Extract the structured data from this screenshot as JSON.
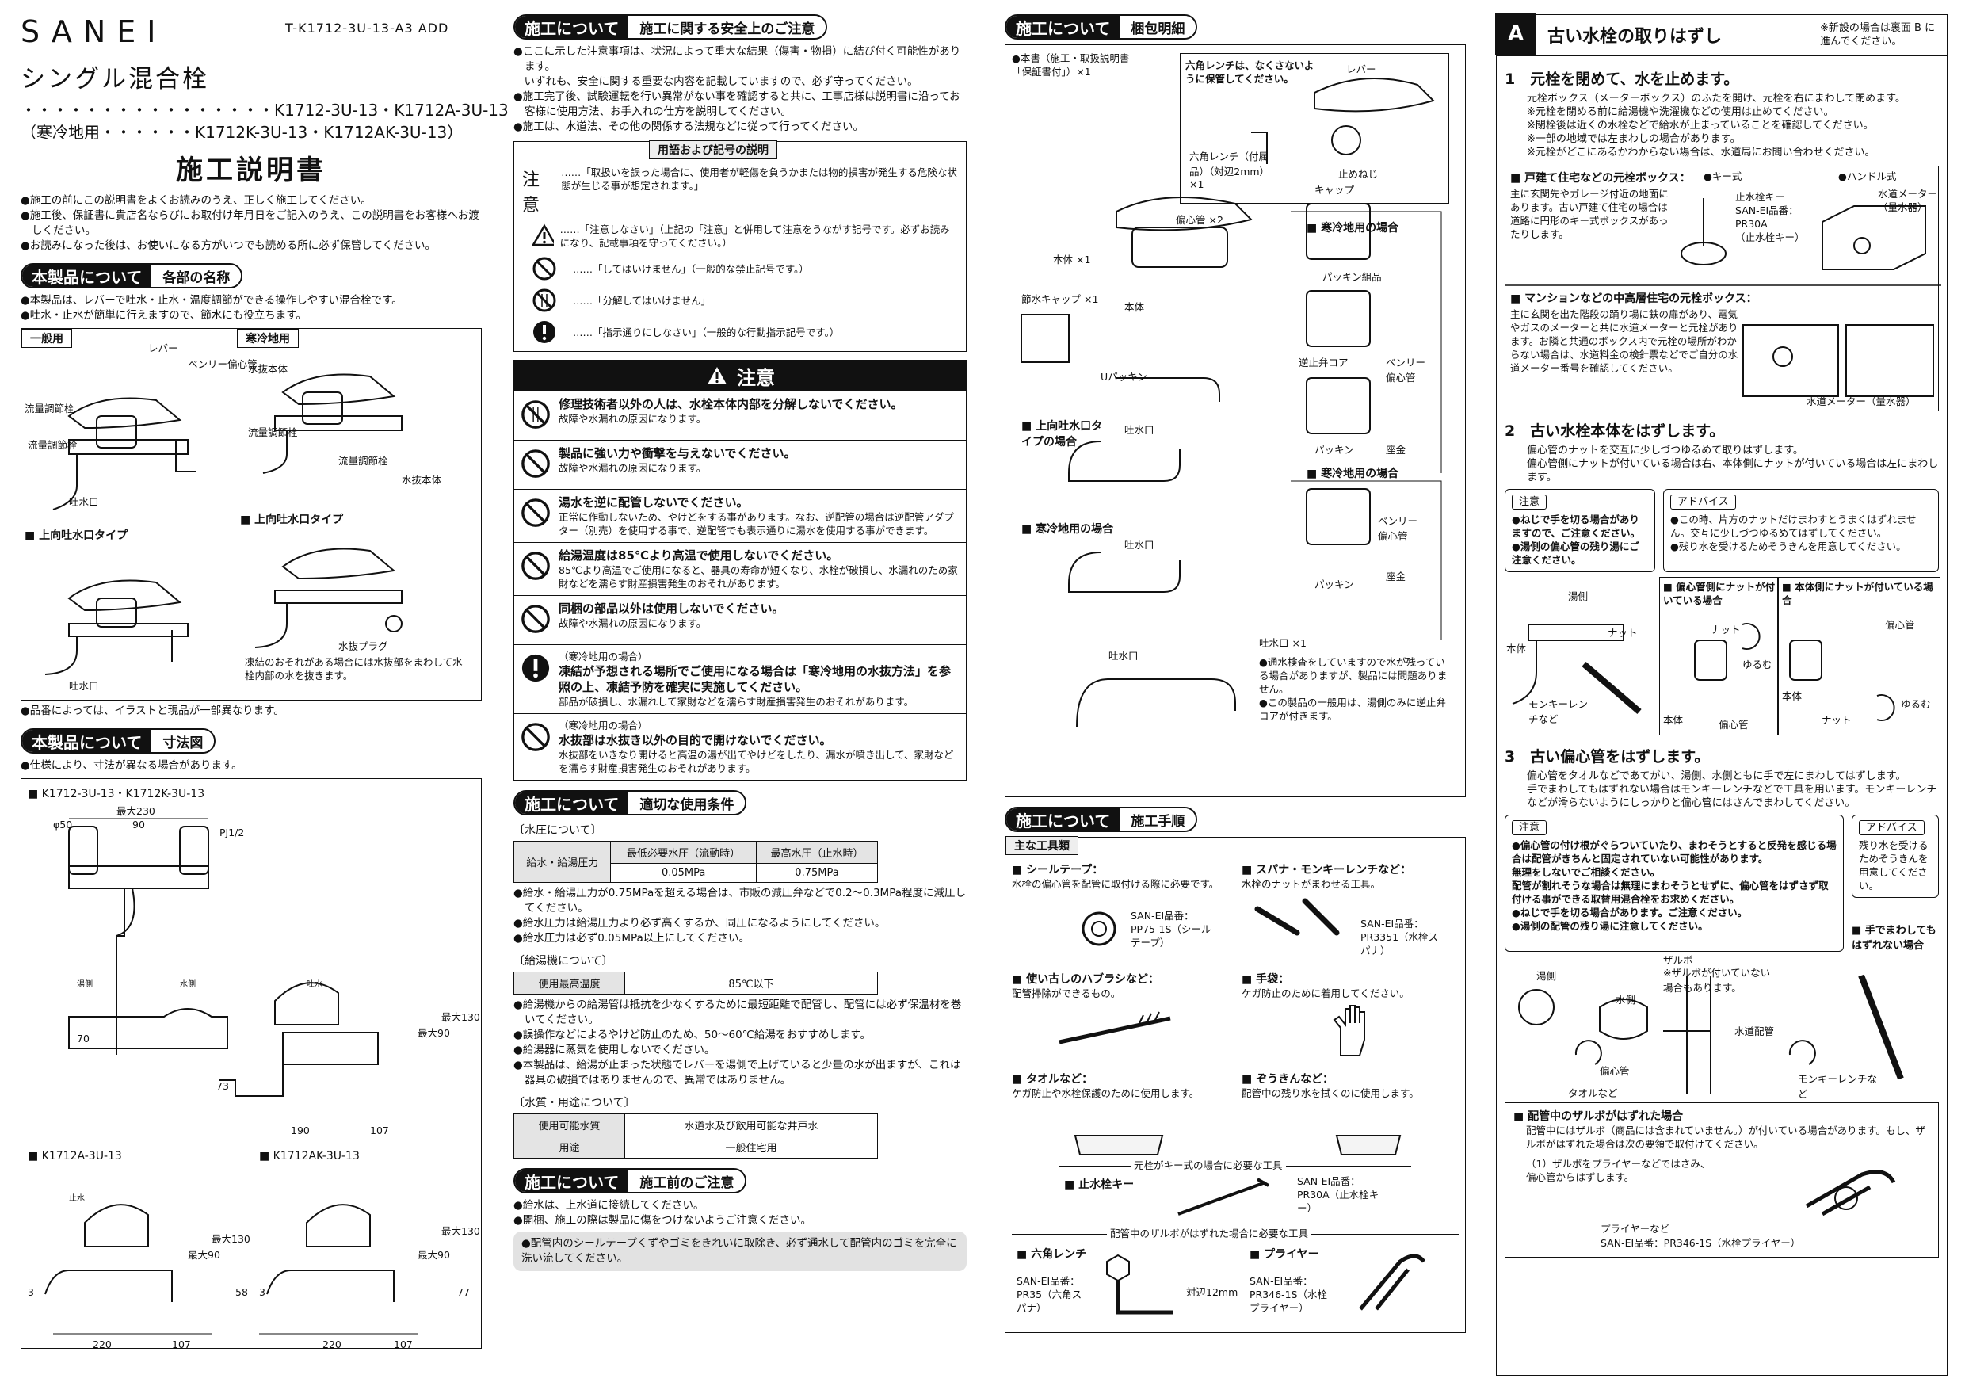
{
  "header": {
    "brand": "SANEI",
    "doc_id": "T-K1712-3U-13-A3 ADD",
    "product_name": "シングル混合栓",
    "models_line1": "・・・・・・・・・・・・・・・・K1712-3U-13・K1712A-3U-13",
    "models_line2": "（寒冷地用・・・・・・K1712K-3U-13・K1712AK-3U-13）",
    "manual_title": "施工説明書",
    "intro": [
      "●施工の前にこの説明書をよくお読みのうえ、正しく施工してください。",
      "●施工後、保証書に貴店名ならびにお取付け年月日をご記入のうえ、この説明書をお客様へお渡しください。",
      "●お読みになった後は、お使いになる方がいつでも読める所に必ず保管してください。"
    ]
  },
  "parts_section": {
    "title": "本製品について",
    "subtitle": "各部の名称",
    "bullets": [
      "●本製品は、レバーで吐水・止水・温度調節ができる操作しやすい混合栓です。",
      "●吐水・止水が簡単に行えますので、節水にも役立ちます。"
    ],
    "general_label": "一般用",
    "cold_label": "寒冷地用",
    "general_parts": [
      "レバー",
      "ベンリー偏心管",
      "流量調節栓",
      "流量調節栓",
      "吐水口"
    ],
    "cold_parts": [
      "水抜本体",
      "流量調節栓",
      "流量調節栓",
      "水抜本体"
    ],
    "upward_label": "■ 上向吐水口タイプ",
    "upward_label2": "■ 上向吐水口タイプ",
    "spout_label": "吐水口",
    "plug_label": "水抜プラグ",
    "freeze_note": "凍結のおそれがある場合には水抜部をまわして水栓内部の水を抜きます。",
    "note": "●品番によっては、イラストと現品が一部異なります。"
  },
  "dimension_section": {
    "title": "本製品について",
    "subtitle": "寸法図",
    "note": "●仕様により、寸法が異なる場合があります。",
    "fig1_label": "■ K1712-3U-13・K1712K-3U-13",
    "fig2_label": "■ K1712A-3U-13",
    "fig3_label": "■ K1712AK-3U-13",
    "dims": [
      "最大230",
      "φ50",
      "90",
      "PJ1/2",
      "湯側",
      "水側",
      "吐水",
      "最大90",
      "最大130",
      "70",
      "73",
      "190",
      "107",
      "220",
      "107",
      "最大90",
      "最大130",
      "58",
      "3",
      "220",
      "107",
      "最大90",
      "最大130",
      "77",
      "3",
      "止水"
    ]
  },
  "safety_section": {
    "title": "施工について",
    "subtitle": "施工に関する安全上のご注意",
    "bullets": [
      "●ここに示した注意事項は、状況によって重大な結果（傷害・物損）に結び付く可能性があります。",
      "　いずれも、安全に関する重要な内容を記載していますので、必ず守ってください。",
      "●施工完了後、試験運転を行い異常がない事を確認すると共に、工事店様は説明書に沿ってお客様に使用方法、お手入れの仕方を説明してください。",
      "●施工は、水道法、その他の関係する法規などに従って行ってください。"
    ],
    "legend_title": "用語および記号の説明",
    "legend": [
      {
        "key": "注意",
        "text": "……「取扱いを誤った場合に、使用者が軽傷を負うかまたは物的損害が発生する危険な状態が生じる事が想定されます。」"
      },
      {
        "key": "△",
        "text": "……「注意しなさい」（上記の「注意」と併用して注意をうながす記号です。必ずお読みになり、記載事項を守ってください。）"
      },
      {
        "key": "禁止",
        "text": "……「してはいけません」（一般的な禁止記号です。）"
      },
      {
        "key": "分解禁止",
        "text": "……「分解してはいけません」"
      },
      {
        "key": "指示",
        "text": "……「指示通りにしなさい」（一般的な行動指示記号です。）"
      }
    ],
    "caution_title": "注意",
    "cautions": [
      {
        "icon": "no-disassemble-icon",
        "bold": "修理技術者以外の人は、水栓本体内部を分解しないでください。",
        "text": "故障や水漏れの原因になります。",
        "pre": ""
      },
      {
        "icon": "prohibited-icon",
        "bold": "製品に強い力や衝撃を与えないでください。",
        "text": "故障や水漏れの原因になります。",
        "pre": ""
      },
      {
        "icon": "prohibited-icon",
        "bold": "湯水を逆に配管しないでください。",
        "text": "正常に作動しないため、やけどをする事があります。なお、逆配管の場合は逆配管アダプター（別売）を使用する事で、逆配管でも表示通りに湯水を使用する事ができます。",
        "pre": ""
      },
      {
        "icon": "prohibited-icon",
        "bold": "給湯温度は85℃より高温で使用しないでください。",
        "text": "85℃より高温でご使用になると、器具の寿命が短くなり、水栓が破損し、水漏れのため家財などを濡らす財産損害発生のおそれがあります。",
        "pre": ""
      },
      {
        "icon": "prohibited-icon",
        "bold": "同梱の部品以外は使用しないでください。",
        "text": "故障や水漏れの原因になります。",
        "pre": ""
      },
      {
        "icon": "instruction-icon",
        "bold": "凍結が予想される場所でご使用になる場合は「寒冷地用の水抜方法」を参照の上、凍結予防を確実に実施してください。",
        "text": "部品が破損し、水漏れして家財などを濡らす財産損害発生のおそれがあります。",
        "pre": "（寒冷地用の場合）"
      },
      {
        "icon": "prohibited-icon",
        "bold": "水抜部は水抜き以外の目的で開けないでください。",
        "text": "水抜部をいきなり開けると高温の湯が出てやけどをしたり、漏水が噴き出して、家財などを濡らす財産損害発生のおそれがあります。",
        "pre": "（寒冷地用の場合）"
      }
    ]
  },
  "conditions_section": {
    "title": "施工について",
    "subtitle": "適切な使用条件",
    "pressure_head": "〔水圧について〕",
    "pressure_table": {
      "row_head": "給水・給湯圧力",
      "col1": "最低必要水圧（流動時）",
      "col2": "最高水圧（止水時）",
      "v1": "0.05MPa",
      "v2": "0.75MPa"
    },
    "pressure_notes": [
      "●給水・給湯圧力が0.75MPaを超える場合は、市販の減圧弁などで0.2〜0.3MPa程度に減圧してください。",
      "●給水圧力は給湯圧力より必ず高くするか、同圧になるようにしてください。",
      "●給水圧力は必ず0.05MPa以上にしてください。"
    ],
    "heater_head": "〔給湯機について〕",
    "heater_row": "使用最高温度",
    "heater_val": "85℃以下",
    "heater_notes": [
      "●給湯機からの給湯管は抵抗を少なくするために最短距離で配管し、配管には必ず保温材を巻いてください。",
      "●誤操作などによるやけど防止のため、50〜60℃給湯をおすすめします。",
      "●給湯器に蒸気を使用しないでください。",
      "●本製品は、給湯が止まった状態でレバーを湯側で上げていると少量の水が出ますが、これは器具の破損ではありませんので、異常ではありません。"
    ],
    "quality_head": "〔水質・用途について〕",
    "quality_rows": [
      {
        "k": "使用可能水質",
        "v": "水道水及び飲用可能な井戸水"
      },
      {
        "k": "用途",
        "v": "一般住宅用"
      }
    ]
  },
  "prework_section": {
    "title": "施工について",
    "subtitle": "施工前のご注意",
    "bullets": [
      "●給水は、上水道に接続してください。",
      "●開梱、施工の際は製品に傷をつけないようご注意ください。"
    ],
    "highlight": "●配管内のシールテープくずやゴミをきれいに取除き、必ず通水して配管内のゴミを完全に洗い流してください。"
  },
  "packing_section": {
    "title": "施工について",
    "subtitle": "梱包明細",
    "doc_label": "●本書（施工・取扱説明書「保証書付」）×1",
    "hex_note": "六角レンチは、なくさないように保管してください。",
    "items": [
      "レバー",
      "六角レンチ（付属品）（対辺2mm）×1",
      "止めねじ",
      "キャップ",
      "偏心管 ×2",
      "本体 ×1",
      "本体",
      "節水キャップ ×1",
      "Uパッキン",
      "吐水口",
      "吐水口",
      "吐水口",
      "吐水口 ×1",
      "パッキン組品",
      "逆止弁コア",
      "ベンリー偏心管",
      "パッキン",
      "座金",
      "ベンリー偏心管",
      "パッキン",
      "座金"
    ],
    "cold_label": "■ 寒冷地用の場合",
    "cold_label2": "■ 寒冷地用の場合",
    "upward_label": "■ 上向吐水口タイプの場合",
    "cold_label3": "■ 寒冷地用の場合",
    "notes": [
      "●通水検査をしていますので水が残っている場合がありますが、製品には問題ありません。",
      "●この製品の一般用は、湯側のみに逆止弁コアが付きます。"
    ]
  },
  "procedure_section": {
    "title": "施工について",
    "subtitle": "施工手順",
    "tools_tag": "主な工具類",
    "tools": [
      {
        "name": "■ シールテープ：",
        "desc": "水栓の偏心管を配管に取付ける際に必要です。",
        "code": "SAN-EI品番：PP75-1S（シールテープ）"
      },
      {
        "name": "■ スパナ・モンキーレンチなど：",
        "desc": "水栓のナットがまわせる工具。",
        "code": "SAN-EI品番：PR3351（水栓スパナ）"
      },
      {
        "name": "■ 使い古しのハブラシなど：",
        "desc": "配管掃除ができるもの。",
        "code": ""
      },
      {
        "name": "■ 手袋：",
        "desc": "ケガ防止のために着用してください。",
        "code": ""
      },
      {
        "name": "■ タオルなど：",
        "desc": "ケガ防止や水栓保護のために使用します。",
        "code": ""
      },
      {
        "name": "■ ぞうきんなど：",
        "desc": "配管中の残り水を拭くのに使用します。",
        "code": ""
      }
    ],
    "key_group": "元栓がキー式の場合に必要な工具",
    "key_tool": "■ 止水栓キー",
    "key_code": "SAN-EI品番：PR30A（止水栓キー）",
    "zarubo_group": "配管中のザルボがはずれた場合に必要な工具",
    "hex_tool": "■ 六角レンチ",
    "hex_code": "SAN-EI品番：PR35（六角スパナ）",
    "hex_size": "対辺12mm",
    "plier_tool": "■ プライヤー",
    "plier_code": "SAN-EI品番：PR346-1S（水栓プライヤー）"
  },
  "remove_section": {
    "letter": "A",
    "title": "古い水栓の取りはずし",
    "note": "※新設の場合は裏面 B に進んでください。",
    "step1_title": "1　元栓を閉めて、水を止めます。",
    "step1_text": [
      "元栓ボックス（メーターボックス）のふたを開け、元栓を右にまわして閉めます。",
      "※元栓を閉める前に給湯機や洗濯機などの使用は止めてください。",
      "※閉栓後は近くの水栓などで給水が止まっていることを確認してください。",
      "※一部の地域では左まわしの場合があります。",
      "※元栓がどこにあるかわからない場合は、水道局にお問い合わせください。"
    ],
    "house_title": "■ 戸建て住宅などの元栓ボックス：",
    "house_text": "主に玄関先やガレージ付近の地面にあります。古い戸建て住宅の場合は道路に円形のキー式ボックスがあったりします。",
    "key_type": "●キー式",
    "handle_type": "●ハンドル式",
    "key_labels": [
      "止水栓キー",
      "SAN-EI品番：",
      "PR30A",
      "（止水栓キー）",
      "水道メーター（量水器）"
    ],
    "mansion_title": "■ マンションなどの中高層住宅の元栓ボックス：",
    "mansion_text": "主に玄関を出た階段の踊り場に鉄の扉があり、電気やガスのメーターと共に水道メーターと元栓があります。お隣と共通のボックス内で元栓の場所がわからない場合は、水道料金の検針票などでご自分の水道メーター番号を確認してください。",
    "meter_label": "水道メーター（量水器）",
    "step2_title": "2　古い水栓本体をはずします。",
    "step2_text": [
      "偏心管のナットを交互に少しづつゆるめて取りはずします。",
      "偏心管側にナットが付いている場合は右、本体側にナットが付いている場合は左にまわします。"
    ],
    "caution_chip": "注意",
    "caution2": [
      "●ねじで手を切る場合がありますので、ご注意ください。",
      "●湯側の偏心管の残り湯にご注意ください。"
    ],
    "advice_chip": "アドバイス",
    "advice2": [
      "●この時、片方のナットだけまわすとうまくはずれません。交互に少しづつゆるめてはずしてください。",
      "●残り水を受けるためぞうきんを用意してください。"
    ],
    "fig2_labels": [
      "湯側",
      "本体",
      "ナット",
      "モンキーレンチなど"
    ],
    "case_a": "■ 偏心管側にナットが付いている場合",
    "case_b": "■ 本体側にナットが付いている場合",
    "case_labels": [
      "ナット",
      "ゆるむ",
      "本体",
      "偏心管",
      "偏心管",
      "本体",
      "ナット",
      "ゆるむ"
    ],
    "step3_title": "3　古い偏心管をはずします。",
    "step3_text": [
      "偏心管をタオルなどであてがい、湯側、水側ともに手で左にまわしてはずします。",
      "手でまわしてもはずれない場合はモンキーレンチなどで工具を用います。モンキーレンチなどが滑らないようにしっかりと偏心管にはさんでまわしてください。"
    ],
    "caution3": [
      "●偏心管の付け根がぐらついていたり、まわそうとすると反発を感じる場合は配管がきちんと固定されていない可能性があります。",
      "無理をしないでご相談ください。",
      "配管が割れそうな場合は無理にまわそうとせずに、偏心管をはずさず取付ける事ができる取替用混合栓をお求めください。",
      "●ねじで手を切る場合があります。ご注意ください。",
      "●湯側の配管の残り湯に注意してください。"
    ],
    "advice3": "残り水を受けるためぞうきんを用意してください。",
    "hand_note": "■ 手でまわしてもはずれない場合",
    "fig3_labels": [
      "湯側",
      "ザルボ",
      "※ザルボが付いていない場合もあります。",
      "水側",
      "水道配管",
      "偏心管",
      "タオルなど",
      "モンキーレンチなど"
    ],
    "zarubo_title": "■ 配管中のザルボがはずれた場合",
    "zarubo_text": "配管中にはザルボ（商品には含まれていません。）が付いている場合があります。もし、ザルボがはずれた場合は次の要領で取付けてください。",
    "zarubo_step": "（1）ザルボをプライヤーなどではさみ、偏心管からはずします。",
    "zarubo_tool": "プライヤーなど",
    "zarubo_code": "SAN-EI品番：PR346-1S（水栓プライヤー）"
  }
}
